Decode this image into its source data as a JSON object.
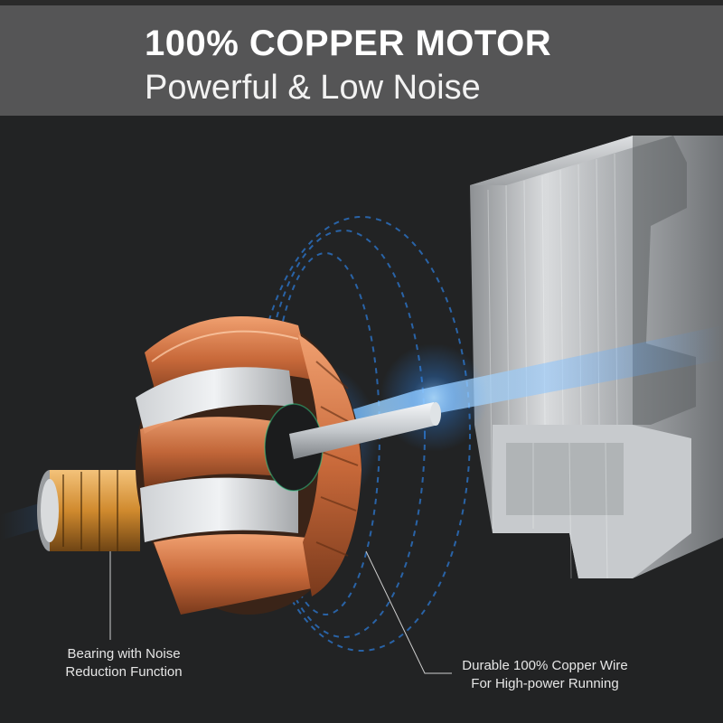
{
  "header": {
    "title": "100% COPPER MOTOR",
    "subtitle": "Powerful & Low Noise"
  },
  "callouts": {
    "bearing": {
      "line1": "Bearing with Noise",
      "line2": "Reduction Function"
    },
    "copper": {
      "line1": "Durable 100% Copper Wire",
      "line2": "For High-power Running"
    }
  },
  "colors": {
    "background": "#222324",
    "header_band": "#555556",
    "copper": "#c8693a",
    "steel": "#b9bcbf",
    "energy_blue": "#2f8fff"
  }
}
